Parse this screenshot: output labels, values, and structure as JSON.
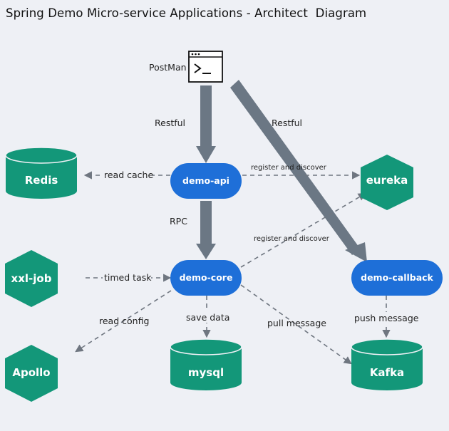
{
  "title": "Spring Demo Micro-service Applications - Architect  Diagram",
  "client": {
    "name": "PostMan",
    "icon": "terminal-icon"
  },
  "services": {
    "api": "demo-api",
    "core": "demo-core",
    "callback": "demo-callback"
  },
  "stores": {
    "redis": "Redis",
    "mysql": "mysql",
    "kafka": "Kafka"
  },
  "components": {
    "eureka": "eureka",
    "xxljob": "xxl-job",
    "apollo": "Apollo"
  },
  "edges": {
    "restful_api": "Restful",
    "restful_callback": "Restful",
    "rpc": "RPC",
    "read_cache": "read cache",
    "register_api": "register and discover",
    "register_core": "register and discover",
    "timed_task": "timed task",
    "read_config": "read config",
    "save_data": "save data",
    "pull_message": "pull message",
    "push_message": "push message"
  },
  "colors": {
    "background": "#eef0f5",
    "service_blue": "#1e6fd8",
    "component_green": "#139779",
    "arrow_gray": "#6b7784",
    "dashed_gray": "#6f7680"
  }
}
